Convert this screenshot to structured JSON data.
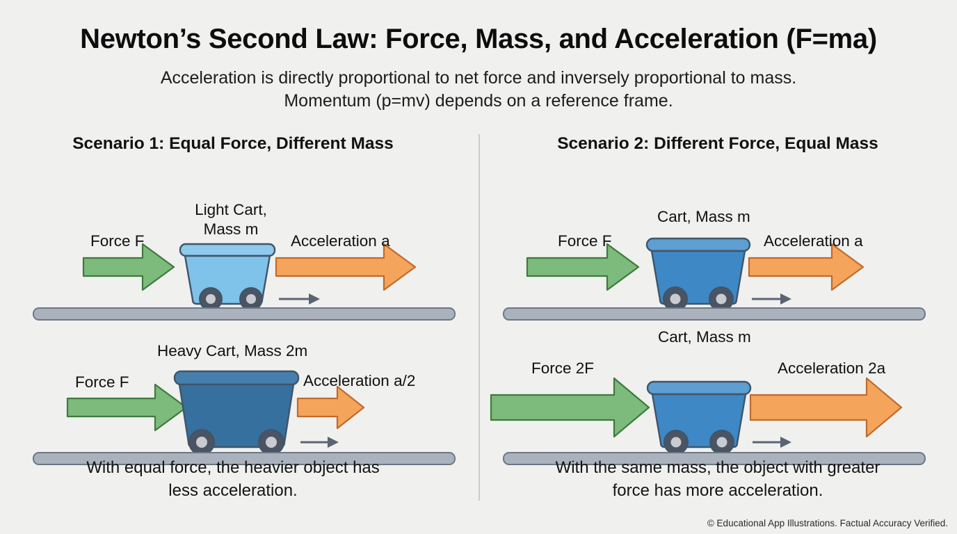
{
  "header": {
    "title": "Newton’s Second Law: Force, Mass, and Acceleration (F=ma)",
    "subtitle_line1": "Acceleration is directly proportional to net force and inversely proportional to mass.",
    "subtitle_line2": "Momentum (p=mv) depends on a reference frame."
  },
  "panels": {
    "left": {
      "scenario_title": "Scenario 1: Equal Force, Different Mass",
      "caption_line1": "With equal force, the heavier object has",
      "caption_line2": "less acceleration.",
      "rows": [
        {
          "force_label": "Force F",
          "cart_label_line1": "Light Cart,",
          "cart_label_line2": "Mass m",
          "acceleration_label": "Acceleration a"
        },
        {
          "force_label": "Force F",
          "cart_label_line1": "Heavy Cart, Mass 2m",
          "cart_label_line2": "",
          "acceleration_label": "Acceleration a/2"
        }
      ]
    },
    "right": {
      "scenario_title": "Scenario 2: Different Force, Equal Mass",
      "caption_line1": "With the same mass, the object with greater",
      "caption_line2": "force has more acceleration.",
      "rows": [
        {
          "force_label": "Force F",
          "cart_label_line1": "Cart, Mass m",
          "cart_label_line2": "",
          "acceleration_label": "Acceleration a"
        },
        {
          "force_label": "Force 2F",
          "cart_label_line1": "Cart, Mass m",
          "cart_label_line2": "",
          "acceleration_label": "Acceleration 2a"
        }
      ]
    }
  },
  "footer": {
    "credit": "© Educational App Illustrations. Factual Accuracy Verified."
  },
  "colors": {
    "background": "#f0f0ef",
    "force_arrow_fill": "#7cbb7c",
    "force_arrow_stroke": "#3d7a3d",
    "acceleration_arrow_fill": "#f5a45c",
    "acceleration_arrow_stroke": "#c06a2a",
    "cart_light_fill": "#7fc2ea",
    "cart_medium_fill": "#3e88c6",
    "cart_heavy_fill": "#36709e",
    "cart_stroke": "#3f5569",
    "wheel_tire": "#4a5462",
    "wheel_hub": "#c8ccd2",
    "ground_fill": "#aab3bd",
    "ground_stroke": "#6d7784",
    "velocity_arrow": "#5a6472",
    "divider": "#c9cbcc",
    "text": "#131313"
  },
  "icons": {
    "force_arrow": "right-arrow-icon",
    "acceleration_arrow": "right-arrow-icon",
    "velocity_arrow": "small-right-arrow-icon",
    "cart": "cart-icon",
    "ground": "ground-bar-icon"
  }
}
